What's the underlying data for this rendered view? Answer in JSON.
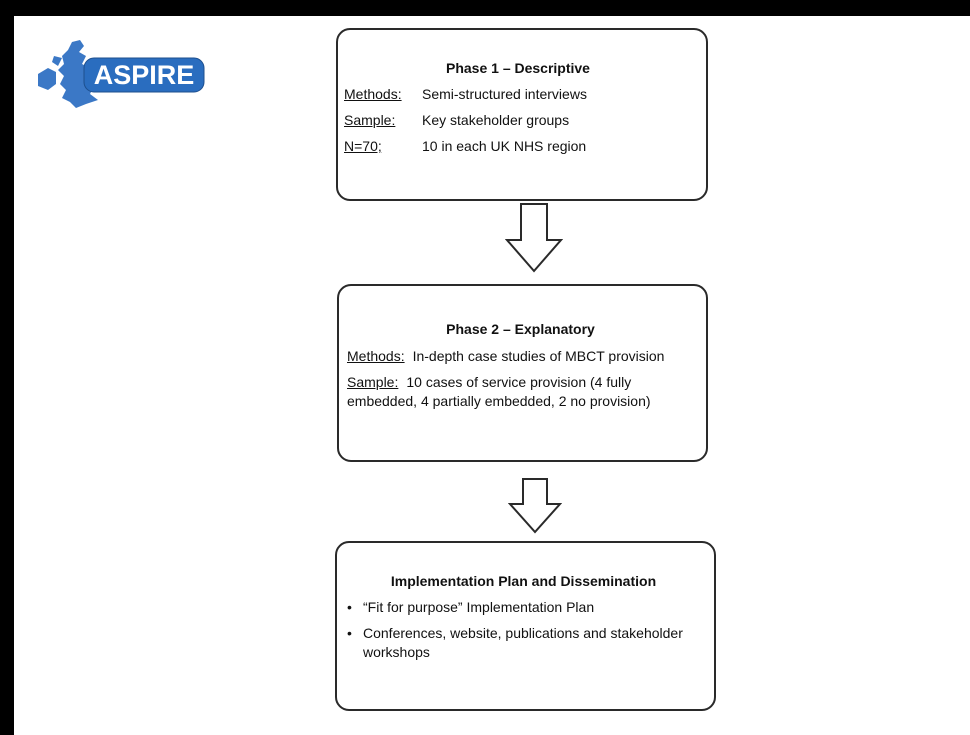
{
  "logo": {
    "text": "ASPIRE",
    "color": "#2a6dbf"
  },
  "phase1": {
    "title": "Phase 1 – Descriptive",
    "rows": [
      {
        "key": "Methods:",
        "value": "Semi-structured interviews"
      },
      {
        "key": "Sample:",
        "value": "Key stakeholder groups"
      },
      {
        "key": "N=70;",
        "value": "10 in each UK NHS region"
      }
    ]
  },
  "phase2": {
    "title": "Phase 2 – Explanatory",
    "rows": [
      {
        "key": "Methods:",
        "value": "In-depth case studies of MBCT provision"
      },
      {
        "key": "Sample:",
        "value": "10 cases of service provision (4 fully embedded, 4 partially embedded, 2 no provision)"
      }
    ]
  },
  "phase3": {
    "title": "Implementation Plan and Dissemination",
    "bullets": [
      "“Fit for purpose” Implementation Plan",
      "Conferences, website, publications and stakeholder workshops"
    ]
  }
}
